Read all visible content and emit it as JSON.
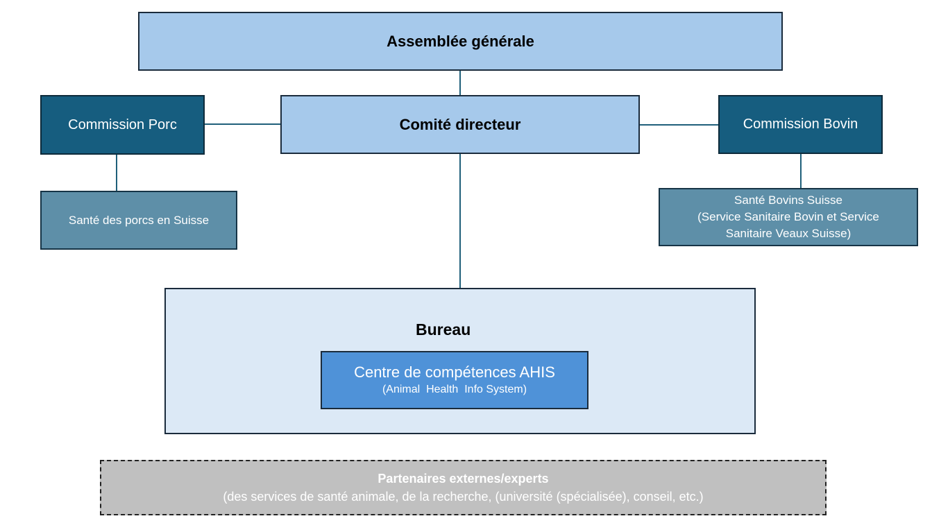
{
  "nodes": {
    "assemblee": "Assemblée générale",
    "comite": "Comité directeur",
    "commission_porc": "Commission Porc",
    "commission_bovin": "Commission Bovin",
    "sante_porcs": "Santé des porcs en Suisse",
    "sante_bovins": {
      "line1": "Santé Bovins Suisse",
      "line2": "(Service Sanitaire Bovin et Service",
      "line3": "Sanitaire Veaux Suisse)"
    },
    "bureau": "Bureau",
    "ahis": {
      "title": "Centre de compétences AHIS",
      "subtitle": "(Animal  Health  Info System)"
    },
    "partenaires": {
      "title": "Partenaires externes/experts",
      "subtitle": "(des services de santé animale, de la recherche, (université (spécialisée), conseil, etc.)"
    }
  },
  "colors": {
    "light_box": "#a6c9eb",
    "dark_box": "#165d7f",
    "mid_box": "#5e8fa8",
    "bureau_bg": "#dce9f6",
    "ahis_box": "#4f92d8",
    "partners_box": "#c0c0c0",
    "connector": "#1f5f7a"
  }
}
